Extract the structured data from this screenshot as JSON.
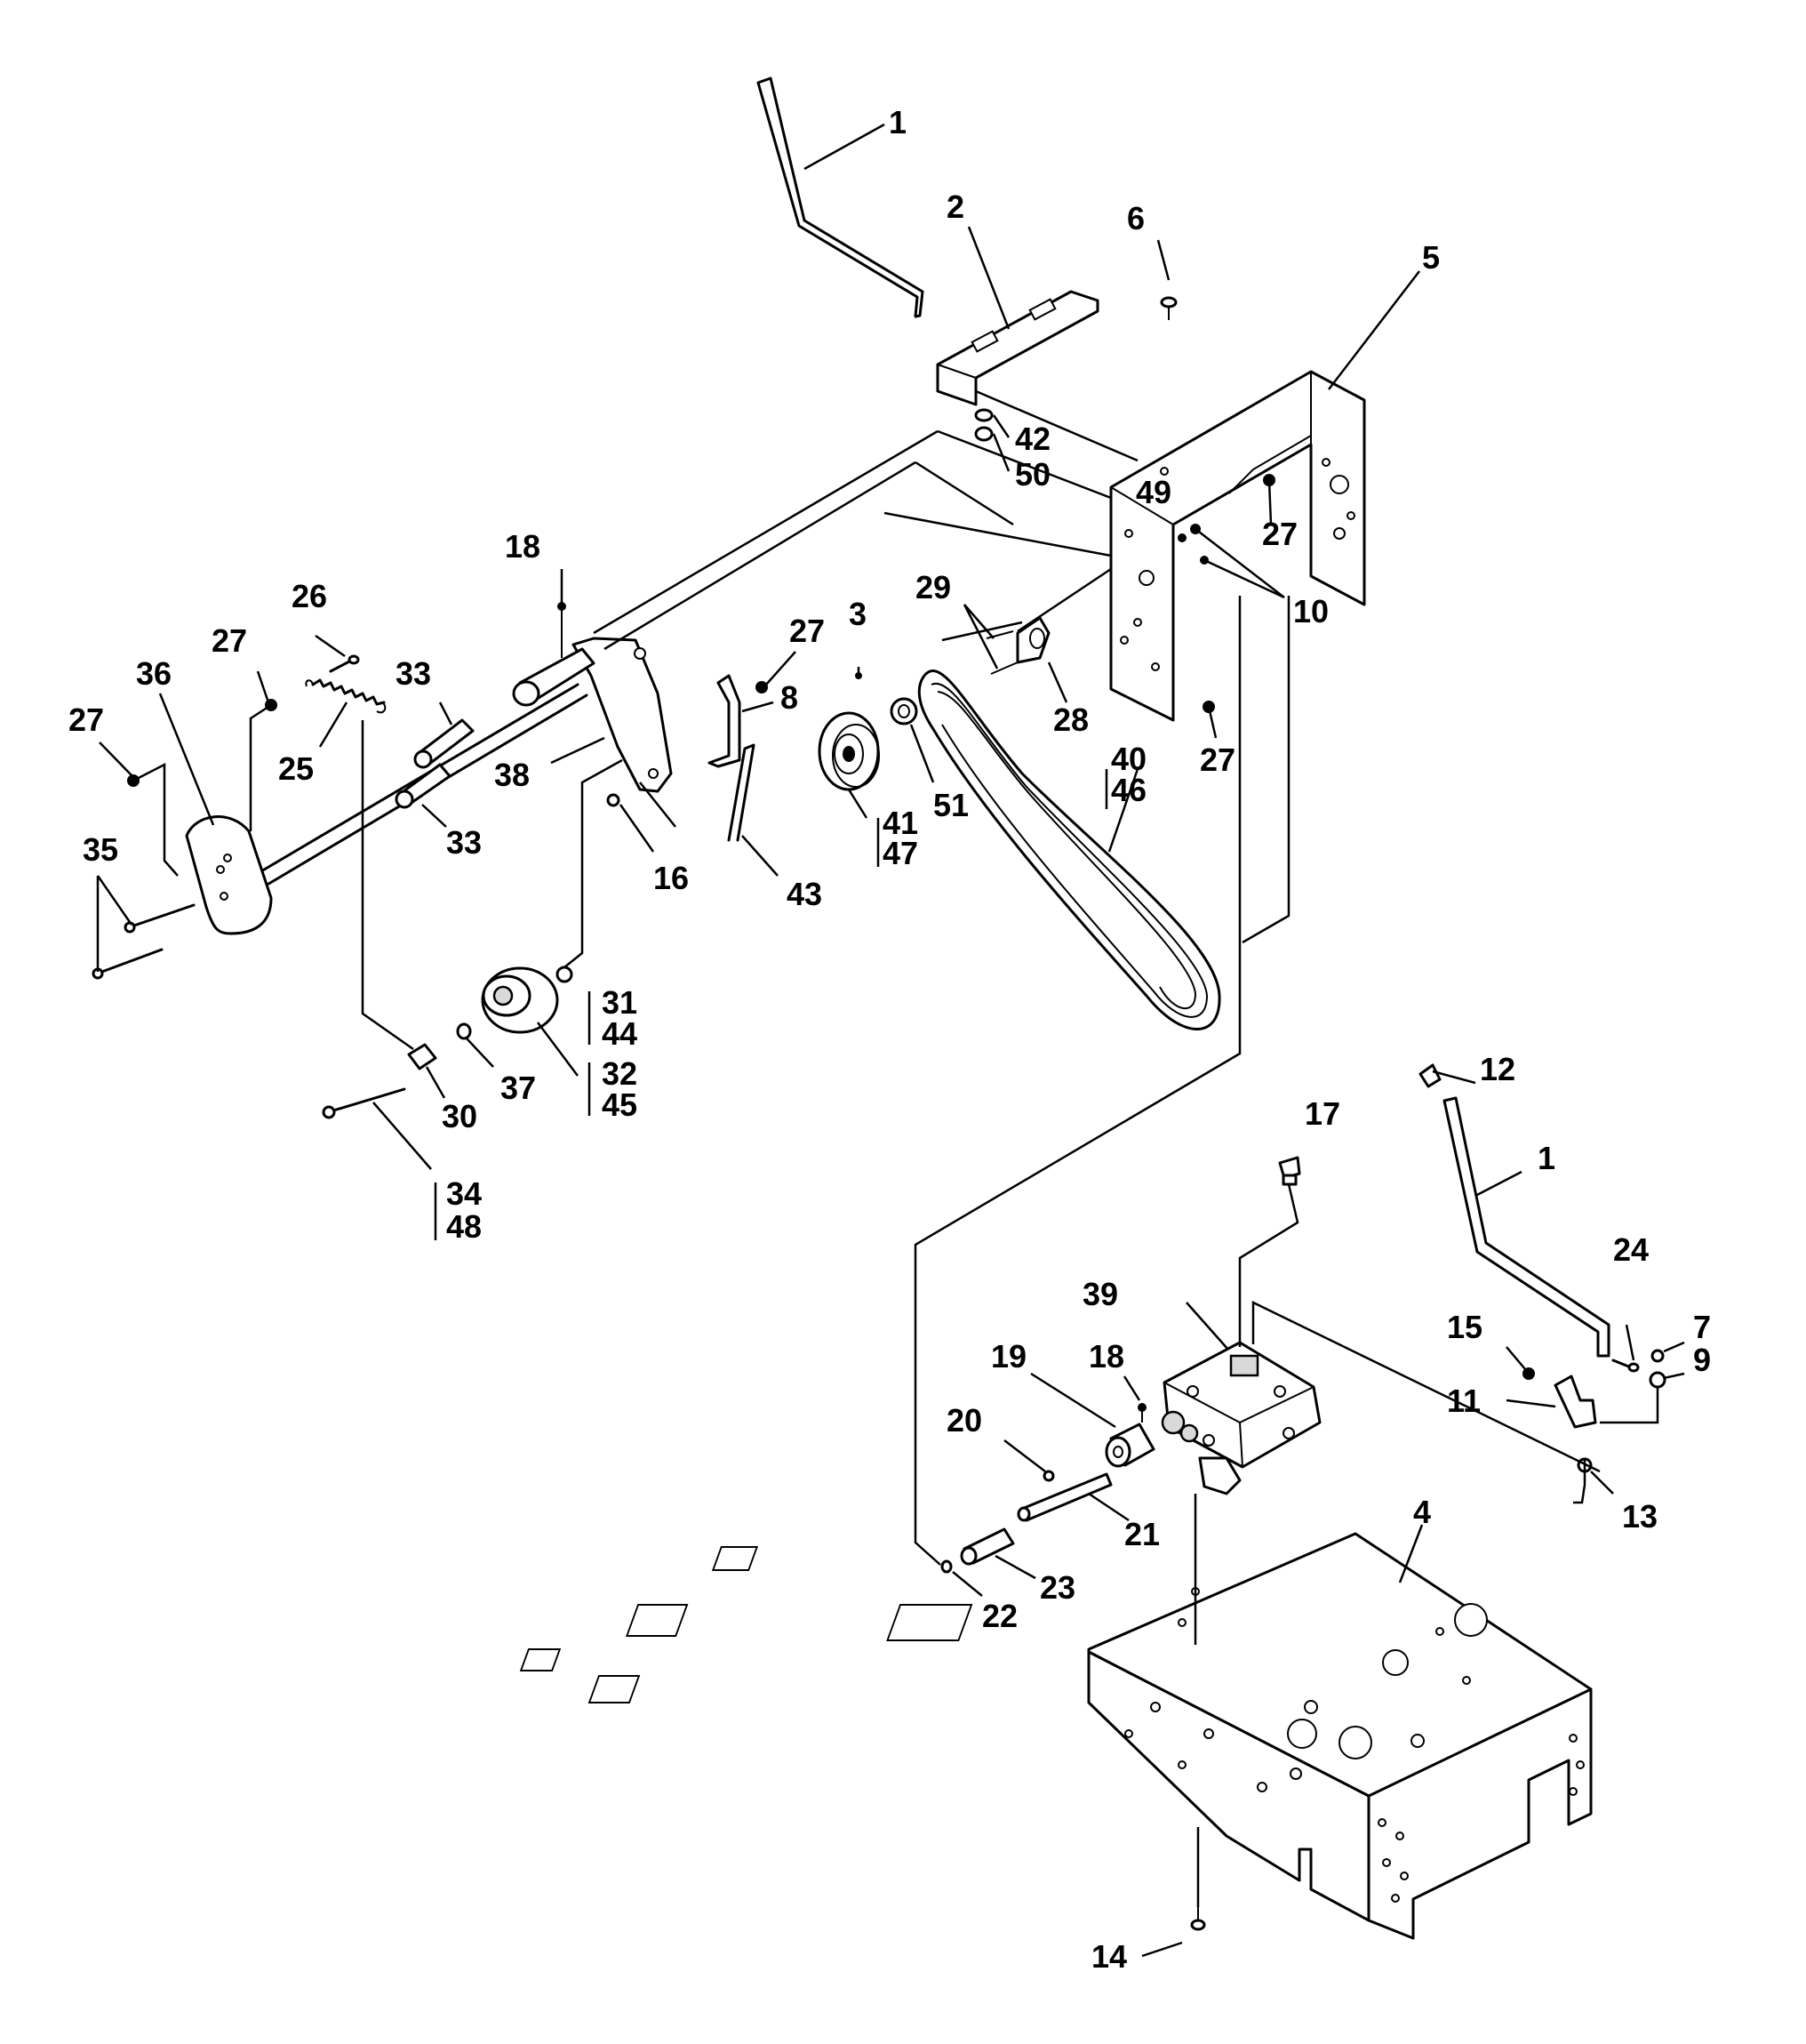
{
  "callouts": {
    "c1_top": "1",
    "c2": "2",
    "c3": "3",
    "c4": "4",
    "c5": "5",
    "c6": "6",
    "c7": "7",
    "c8": "8",
    "c9": "9",
    "c10": "10",
    "c11": "11",
    "c12": "12",
    "c13": "13",
    "c14": "14",
    "c15": "15",
    "c16": "16",
    "c17": "17",
    "c18_left": "18",
    "c18_right": "18",
    "c19": "19",
    "c20": "20",
    "c21": "21",
    "c22": "22",
    "c23": "23",
    "c24": "24",
    "c25": "25",
    "c26": "26",
    "c27_a": "27",
    "c27_b": "27",
    "c27_c": "27",
    "c27_d": "27",
    "c27_e": "27",
    "c28": "28",
    "c29": "29",
    "c30": "30",
    "c31_44_a": "31",
    "c31_44_b": "44",
    "c32_45_a": "32",
    "c32_45_b": "45",
    "c33_a": "33",
    "c33_b": "33",
    "c34_48_a": "34",
    "c34_48_b": "48",
    "c35": "35",
    "c36": "36",
    "c37": "37",
    "c38": "38",
    "c39": "39",
    "c40_46_a": "40",
    "c40_46_b": "46",
    "c41_47_a": "41",
    "c41_47_b": "47",
    "c42": "42",
    "c43": "43",
    "c49": "49",
    "c50": "50",
    "c51": "51",
    "c1_bottom": "1"
  }
}
